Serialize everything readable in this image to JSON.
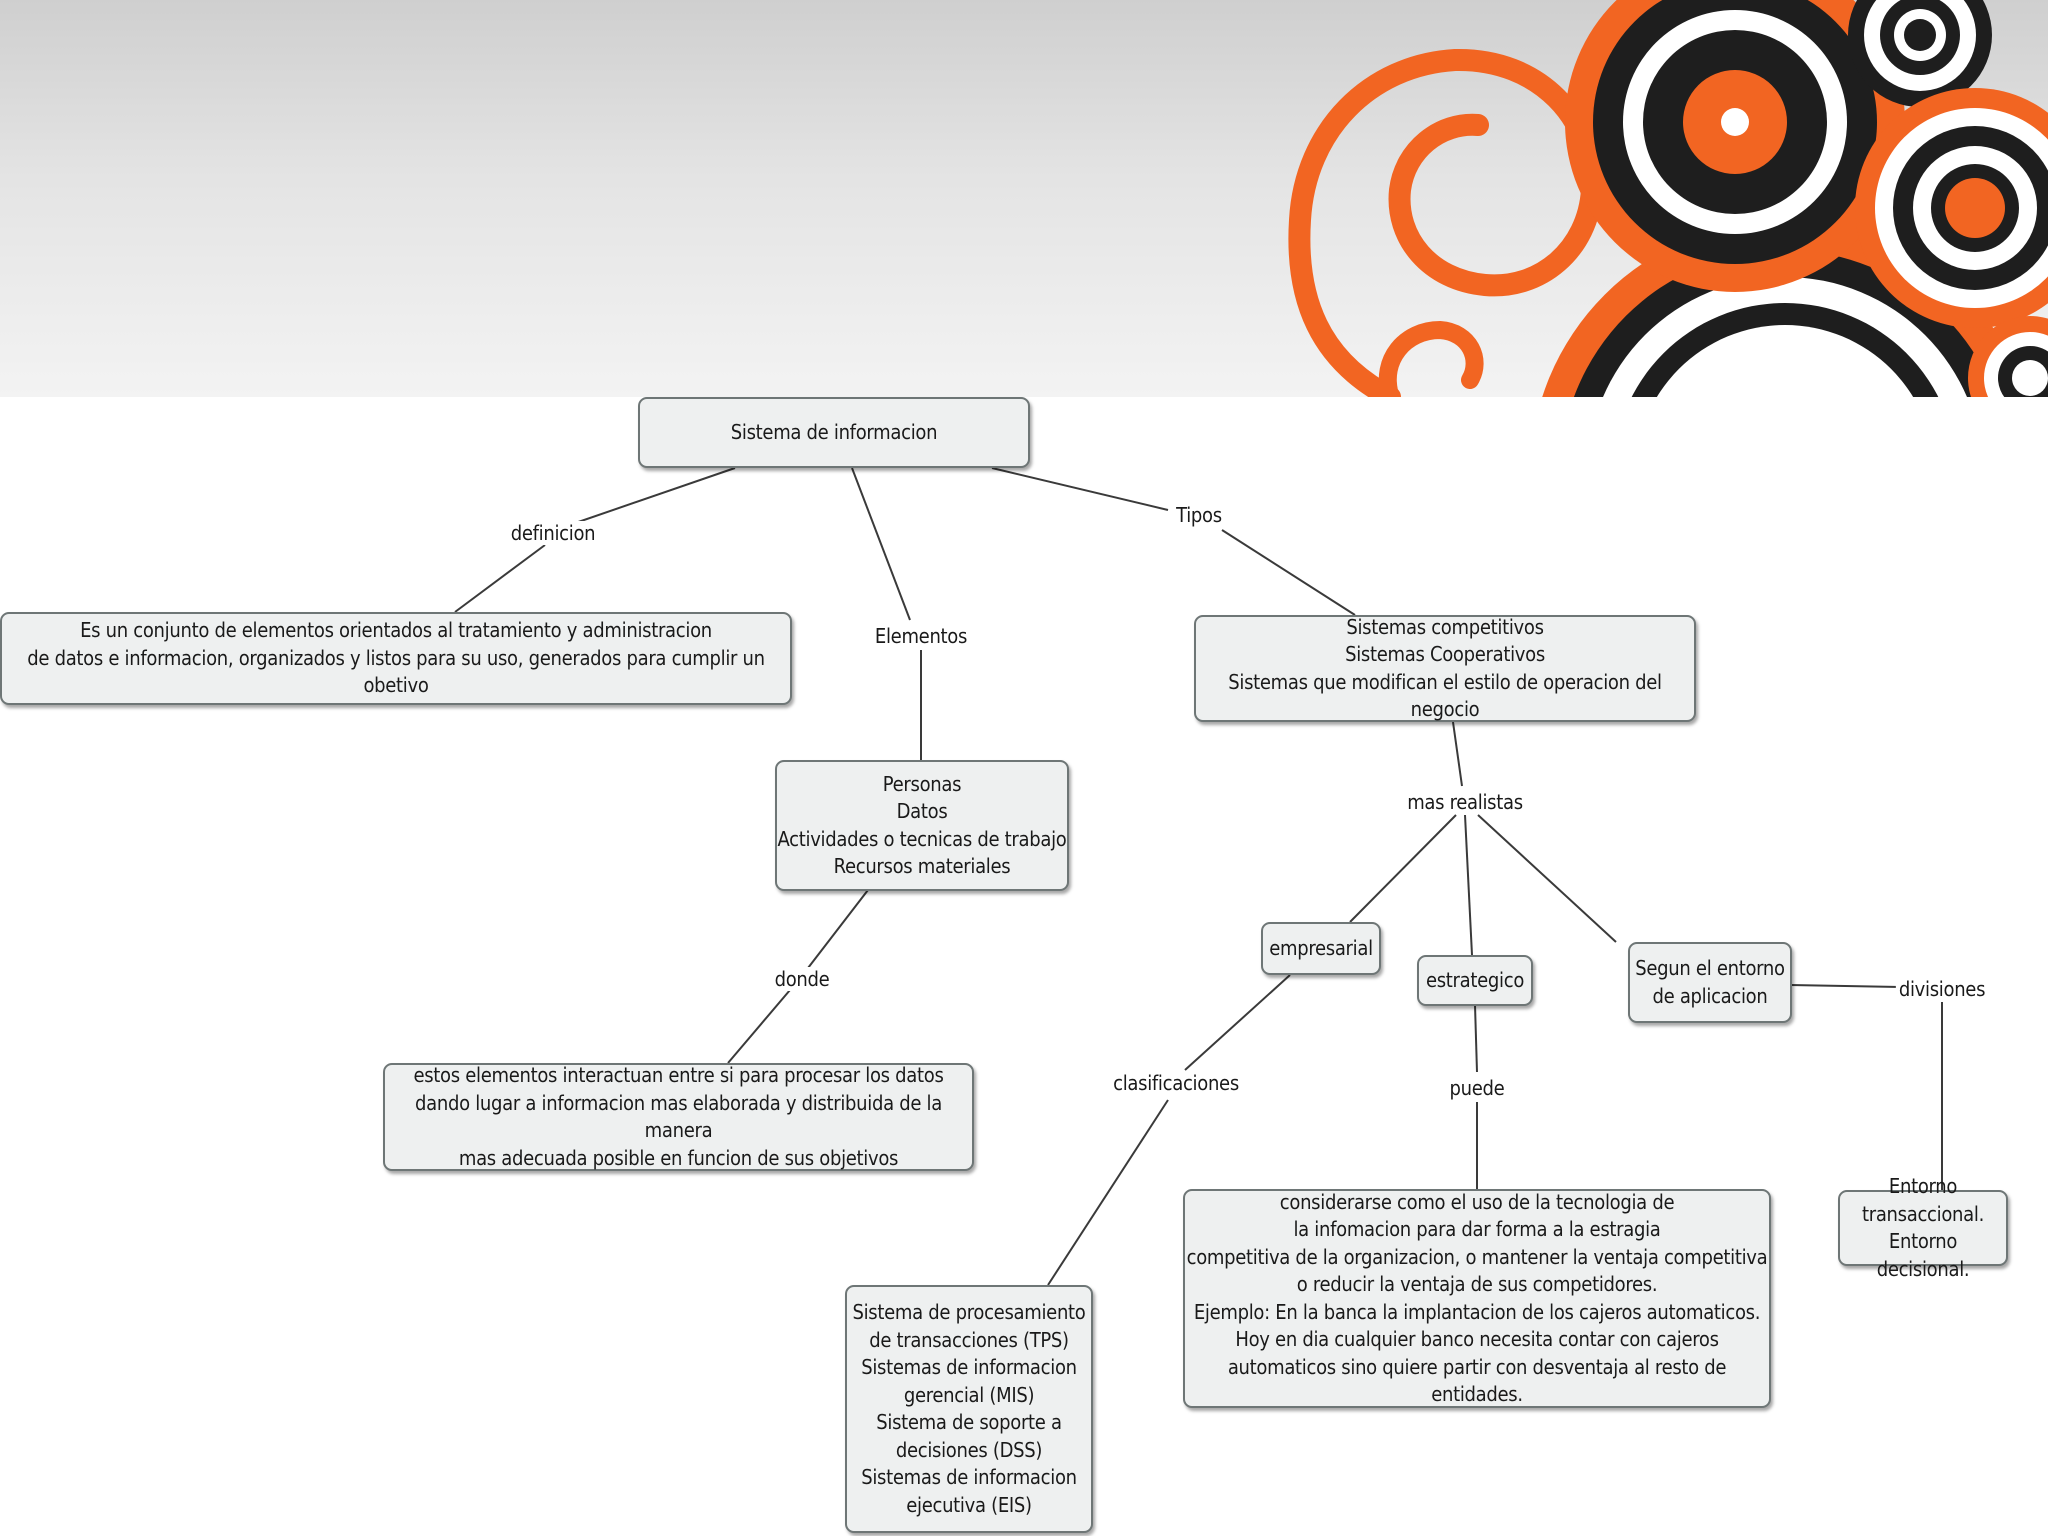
{
  "banner": {
    "accent_color": "#f26522",
    "ring_color": "#1e1e1e"
  },
  "concept_map": {
    "nodes": {
      "root": "Sistema de informacion",
      "definition": "Es un conjunto de elementos orientados al tratamiento y administracion\nde datos e informacion, organizados y listos para su uso, generados para cumplir un obetivo",
      "elements": "Personas\nDatos\nActividades o tecnicas de trabajo\nRecursos materiales",
      "interaction": "estos elementos interactuan entre si para procesar los datos\ndando lugar a informacion mas elaborada y distribuida de la manera\nmas adecuada posible en funcion de sus objetivos",
      "types": "Sistemas competitivos\nSistemas Cooperativos\nSistemas que modifican el estilo de operacion del negocio",
      "empresarial": "empresarial",
      "estrategico": "estrategico",
      "entorno": "Segun el entorno\nde aplicacion",
      "classifications": "Sistema de procesamiento\nde transacciones (TPS)\nSistemas de informacion\ngerencial (MIS)\nSistema de soporte a\ndecisiones (DSS)\nSistemas de informacion\nejecutiva (EIS)",
      "strategic_use": "considerarse como el uso de la tecnologia de\nla infomacion para dar forma a la estragia\ncompetitiva de la organizacion, o mantener la ventaja competitiva\no reducir la ventaja de sus competidores.\nEjemplo: En la banca la implantacion de los cajeros automaticos.\nHoy en dia cualquier banco necesita contar con cajeros\nautomaticos sino quiere partir con desventaja al resto de entidades.",
      "environments": "Entorno transaccional.\nEntorno decisional."
    },
    "links": {
      "definicion": "definicion",
      "elementos": "Elementos",
      "tipos": "Tipos",
      "donde": "donde",
      "mas_realistas": "mas realistas",
      "clasificaciones": "clasificaciones",
      "puede": "puede",
      "divisiones": "divisiones"
    }
  }
}
